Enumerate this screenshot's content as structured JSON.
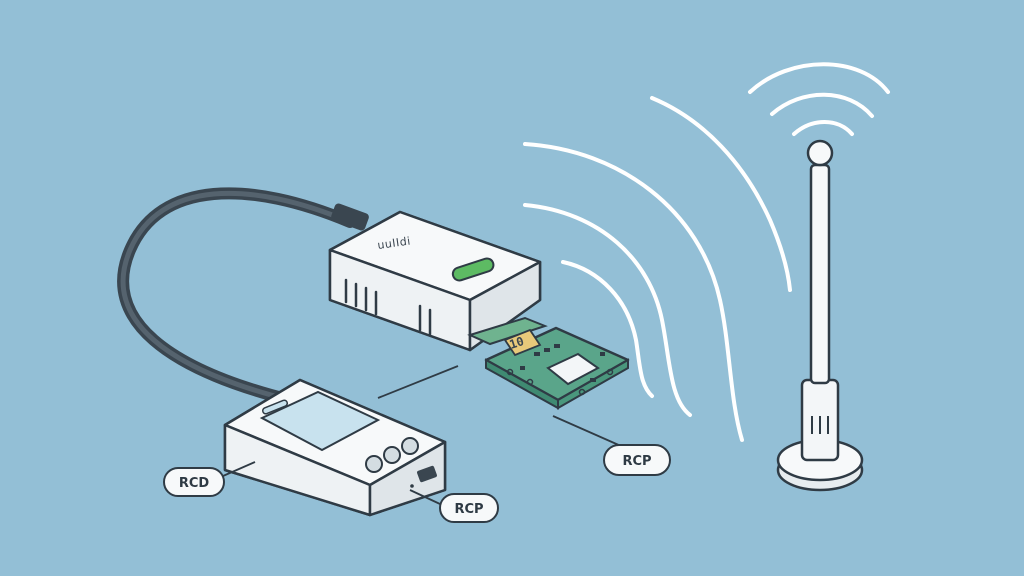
{
  "hub": {
    "name_text": "uuIIdi"
  },
  "pcb": {
    "chip_text": "10"
  },
  "labels": {
    "rcd_left": "RCD",
    "rcp_bottom": "RCP",
    "rcp_right": "RCP"
  },
  "colors": {
    "background": "#93bfd6",
    "outline": "#2f3b45",
    "device_body": "#f3f6f8",
    "status_led": "#5dbb63",
    "pcb_green": "#5aa58a",
    "cable": "#3a4650",
    "signal_waves": "#ffffff"
  },
  "icons": [
    "usb-cable-icon",
    "hub-device-icon",
    "pcb-board-icon",
    "remote-device-icon",
    "antenna-icon",
    "wifi-signal-icon"
  ]
}
